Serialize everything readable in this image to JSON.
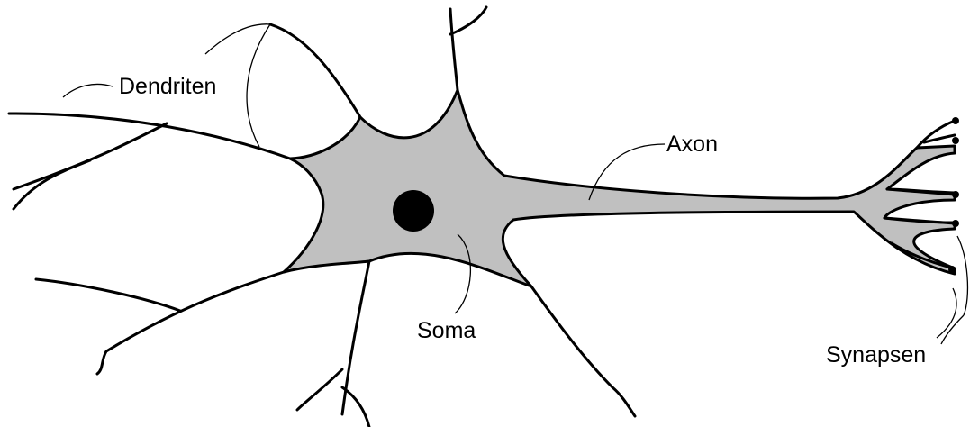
{
  "labels": {
    "dendrites": "Dendriten",
    "axon": "Axon",
    "soma": "Soma",
    "synapses": "Synapsen"
  },
  "colors": {
    "cell_fill": "#c0c0c0",
    "outline": "#000000",
    "nucleus": "#000000",
    "background": "#ffffff"
  }
}
